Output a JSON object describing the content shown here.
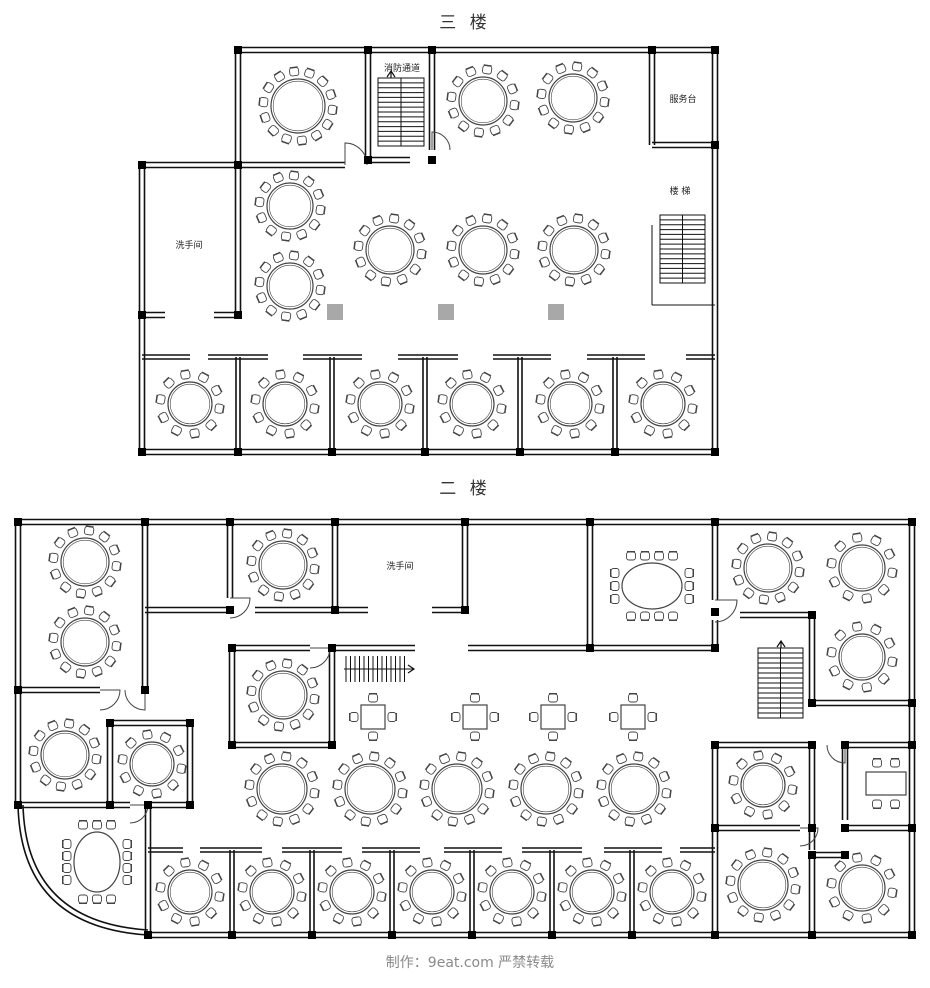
{
  "floors": {
    "third": {
      "title": "三 楼",
      "labels": {
        "fire_exit": "消防通道",
        "service_desk": "服务台",
        "stairs": "楼 梯",
        "washroom": "洗手间"
      }
    },
    "second": {
      "title": "二 楼",
      "labels": {
        "washroom": "洗手间"
      }
    }
  },
  "credit": "制作：9eat.com 严禁转载",
  "colors": {
    "wall": "#111111",
    "column": "#000000",
    "furniture_stroke": "#444444",
    "pillar_fill": "#a8a8a8",
    "title_text": "#333333",
    "credit_text": "#8a8a8a"
  }
}
